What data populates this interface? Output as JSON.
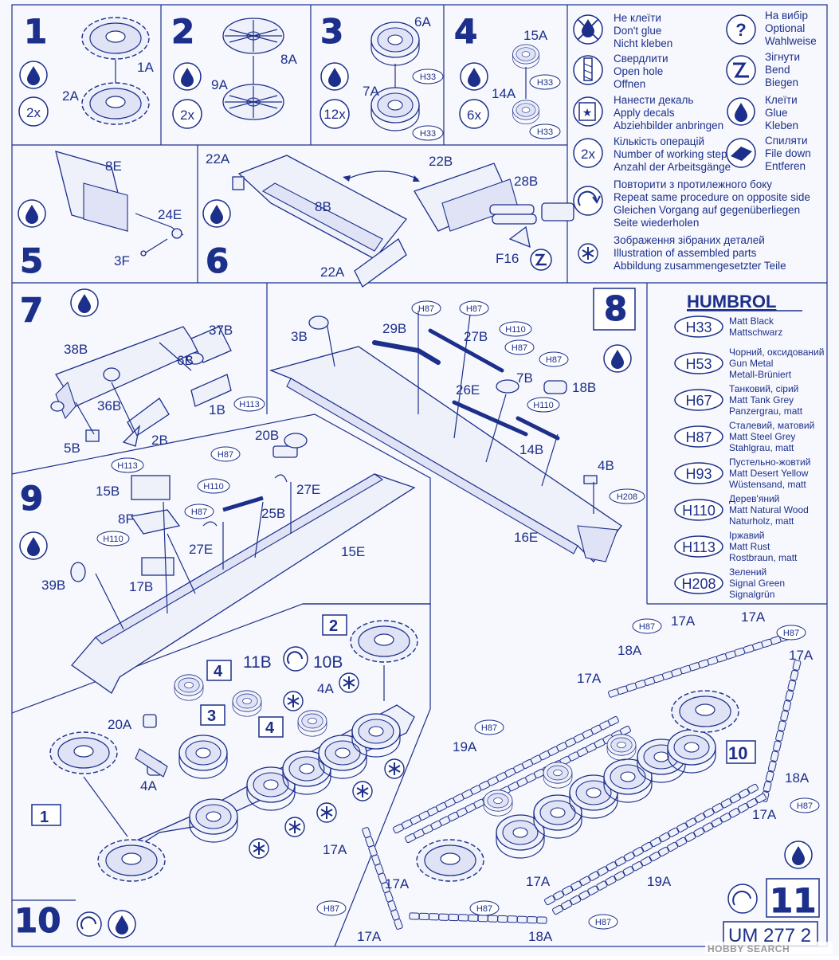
{
  "sheet_id": "UM 277 2",
  "watermark": "HOBBY SEARCH",
  "steps": {
    "s1": {
      "number": "1",
      "count": "2x",
      "parts": [
        "1A",
        "2A"
      ]
    },
    "s2": {
      "number": "2",
      "count": "2x",
      "parts": [
        "8A",
        "9A"
      ]
    },
    "s3": {
      "number": "3",
      "count": "12x",
      "parts": [
        "6A",
        "7A"
      ],
      "paints": [
        "H33",
        "H33"
      ]
    },
    "s4": {
      "number": "4",
      "count": "6x",
      "parts": [
        "15A",
        "14A"
      ],
      "paints": [
        "H33",
        "H33"
      ]
    },
    "s5": {
      "number": "5",
      "parts": [
        "8E",
        "24E",
        "3F"
      ]
    },
    "s6": {
      "number": "6",
      "parts": [
        "22A",
        "22B",
        "8B",
        "28B",
        "22A",
        "F16"
      ]
    },
    "s7": {
      "number": "7",
      "parts": [
        "38B",
        "37B",
        "6B",
        "36B",
        "1B",
        "2B",
        "5B"
      ],
      "paints": [
        "H113",
        "H113"
      ]
    },
    "s8": {
      "number": "8",
      "parts": [
        "3B",
        "29B",
        "27B",
        "7B",
        "26E",
        "18B",
        "14B",
        "4B",
        "16E"
      ],
      "paints": [
        "H87",
        "H87",
        "H110",
        "H87",
        "H87",
        "H110",
        "H208"
      ]
    },
    "s9": {
      "number": "9",
      "parts": [
        "20B",
        "15B",
        "8F",
        "27E",
        "25B",
        "27E",
        "15E",
        "17B",
        "39B"
      ],
      "paints": [
        "H87",
        "H110",
        "H87",
        "H110"
      ]
    },
    "s10": {
      "number": "10",
      "parts": [
        "11B",
        "10B",
        "20A",
        "4A",
        "4A"
      ],
      "refs": [
        "2",
        "4",
        "3",
        "4",
        "1"
      ]
    },
    "s11": {
      "number": "11",
      "parts": [
        "18A",
        "17A",
        "17A",
        "17A",
        "17A",
        "19A",
        "17A",
        "18A",
        "17A",
        "19A",
        "17A",
        "17A",
        "18A",
        "17A"
      ],
      "paints": [
        "H87",
        "H87",
        "H87",
        "H87",
        "H87",
        "H87",
        "H87"
      ],
      "ref": "10"
    }
  },
  "legend": {
    "no_glue": [
      "Не клеїти",
      "Don't glue",
      "Nicht kleben"
    ],
    "optional": [
      "На вибір",
      "Optional",
      "Wahlweise"
    ],
    "drill": [
      "Свердлити",
      "Open hole",
      "Offnen"
    ],
    "bend": [
      "Зігнути",
      "Bend",
      "Biegen"
    ],
    "decal": [
      "Нанести декаль",
      "Apply decals",
      "Abziehbilder anbringen"
    ],
    "glue": [
      "Клеїти",
      "Glue",
      "Kleben"
    ],
    "steps_count": [
      "Кількість операцій",
      "Number of working steps",
      "Anzahl der Arbeitsgänge"
    ],
    "steps_example": "2x",
    "file": [
      "Спиляти",
      "File down",
      "Entferen"
    ],
    "repeat": [
      "Повторити з протилежного боку",
      "Repeat same procedure on opposite side",
      "Gleichen Vorgang auf gegenüberliegen",
      "Seite wiederholen"
    ],
    "assembled": [
      "Зображення зібраних деталей",
      "Illustration of assembled parts",
      "Abbildung zusammengesetzter Teile"
    ]
  },
  "humbrol": {
    "title": "HUMBROL",
    "colors": [
      {
        "code": "H33",
        "lines": [
          "Matt Black",
          "Mattschwarz"
        ]
      },
      {
        "code": "H53",
        "lines": [
          "Чорний, оксидований",
          "Gun Metal",
          "Metall-Brüniert"
        ]
      },
      {
        "code": "H67",
        "lines": [
          "Танковий, сірий",
          "Matt Tank Grey",
          "Panzergrau, matt"
        ]
      },
      {
        "code": "H87",
        "lines": [
          "Сталевий, матовий",
          "Matt Steel Grey",
          "Stahlgrau, matt"
        ]
      },
      {
        "code": "H93",
        "lines": [
          "Пустельно-жовтий",
          "Matt Desert Yellow",
          "Wüstensand, matt"
        ]
      },
      {
        "code": "H110",
        "lines": [
          "Дерев'яний",
          "Matt Natural Wood",
          "Naturholz, matt"
        ]
      },
      {
        "code": "H113",
        "lines": [
          "Іржавий",
          "Matt Rust",
          "Rostbraun, matt"
        ]
      },
      {
        "code": "H208",
        "lines": [
          "Зелений",
          "Signal Green",
          "Signalgrün"
        ]
      }
    ]
  }
}
